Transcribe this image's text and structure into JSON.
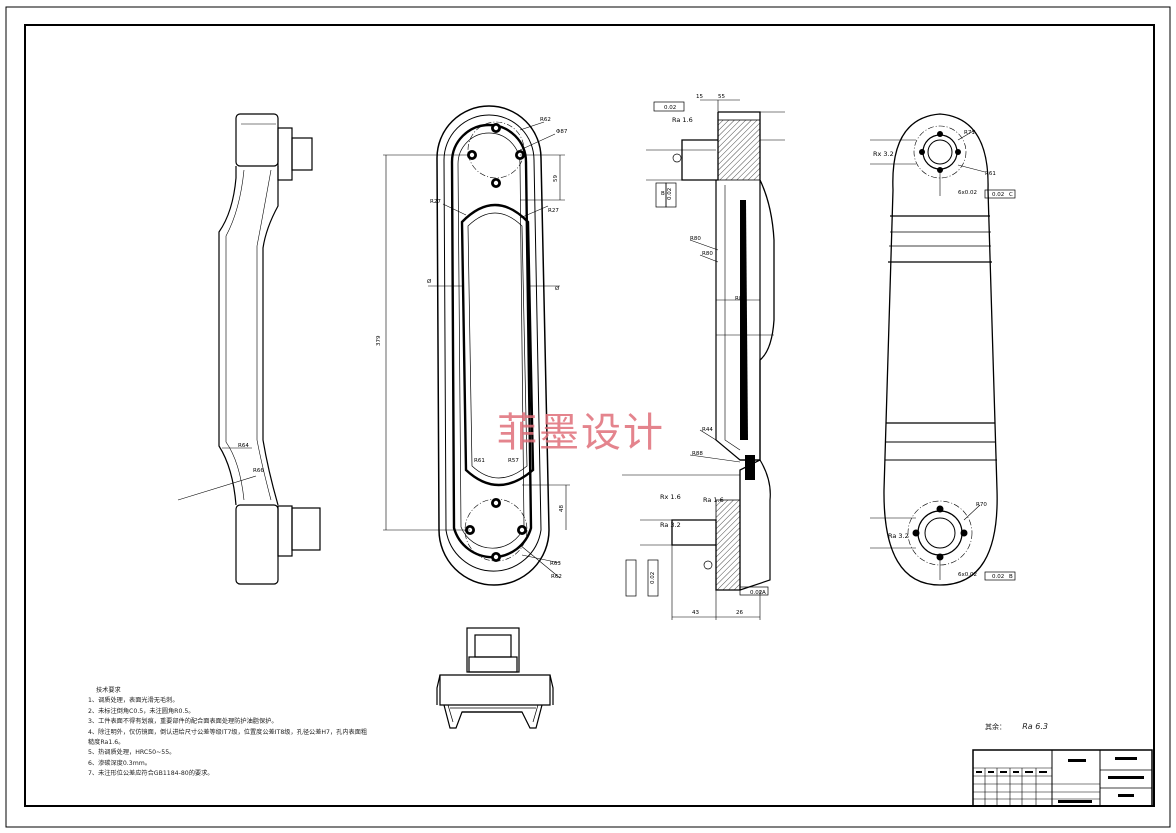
{
  "watermark": "菲墨设计",
  "technical_notes": {
    "title": "技术要求",
    "items": [
      "1、调质处理，表面光滑无毛刺。",
      "2、未标注倒角C0.5，未注圆角R0.5。",
      "3、工件表面不得有划痕，重要部件的配合面表面处理防护油脂保护。",
      "4、除注明外，仅仿镜面，倒认进给尺寸公差等级IT7级，位置度公差IT8级，孔径公差H7，孔内表面粗",
      "   糙度Ra1.6。",
      "5、热调质处理，HRC50~55。",
      "6、渗碳深度0.3mm。",
      "7、未注形位公差应符合GB1184-80的要求。"
    ]
  },
  "remaining_roughness": {
    "label": "其余：",
    "value": "Ra 6.3"
  },
  "annotations": {
    "front": [
      "R64",
      "R66"
    ],
    "top": [
      "R62",
      "Φ87",
      "R27",
      "R27",
      "R61",
      "R57",
      "R63",
      "R62",
      "379",
      "59",
      "48",
      "Ø",
      "Ø"
    ],
    "section": [
      "15",
      "55",
      "Ra 1.6",
      "Rx 1.6",
      "Ra 1.6",
      "Ra 3.2",
      "43",
      "26",
      "54",
      "R80",
      "R80",
      "R44",
      "R88",
      "R88",
      "0.02",
      "0.02",
      "0.02",
      "0.02",
      "A",
      "B"
    ],
    "side": [
      "R71",
      "R61",
      "Ra 3.2",
      "Rx 3.2",
      "R70",
      "6x0.02",
      "6x0.02",
      "C",
      "B",
      "0.02",
      "0.02"
    ]
  }
}
